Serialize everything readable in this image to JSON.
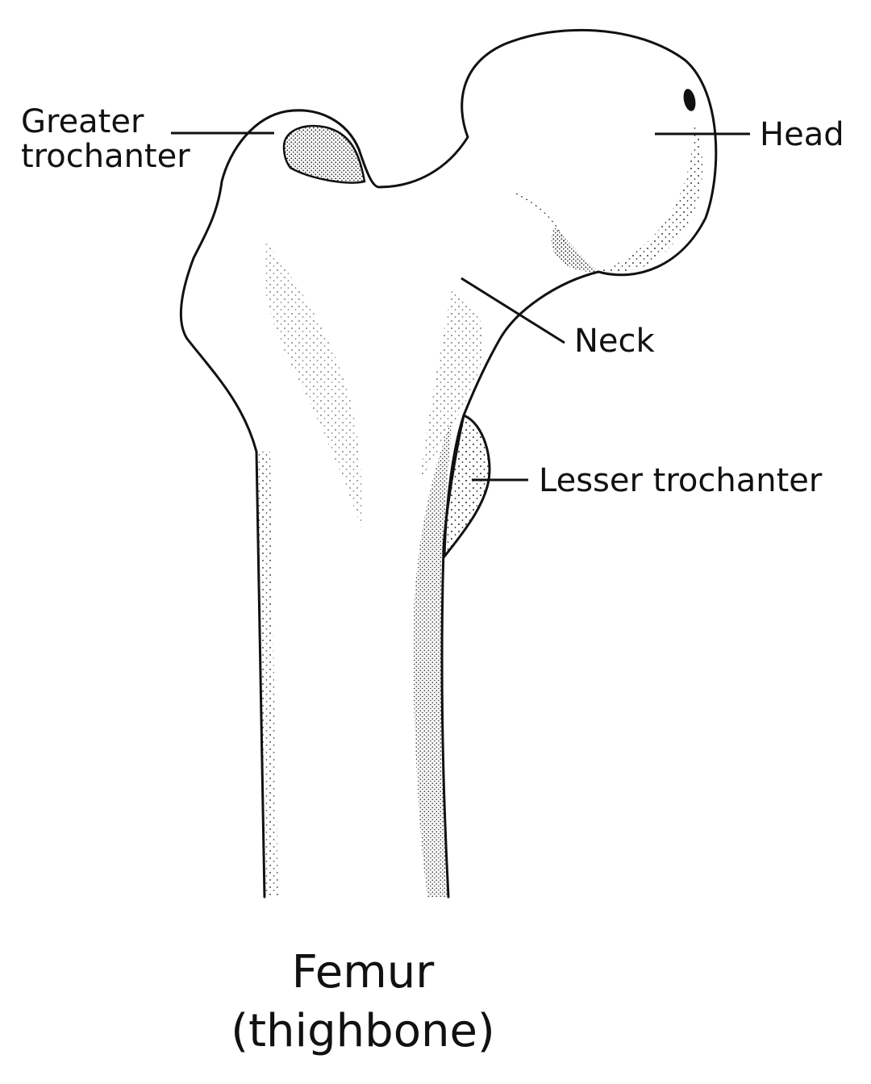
{
  "labels": {
    "greater_trochanter_line1": "Greater",
    "greater_trochanter_line2": "trochanter",
    "head": "Head",
    "neck": "Neck",
    "lesser_trochanter": "Lesser trochanter"
  },
  "caption": {
    "line1": "Femur",
    "line2": "(thighbone)"
  },
  "colors": {
    "ink": "#111111",
    "background": "#ffffff"
  }
}
